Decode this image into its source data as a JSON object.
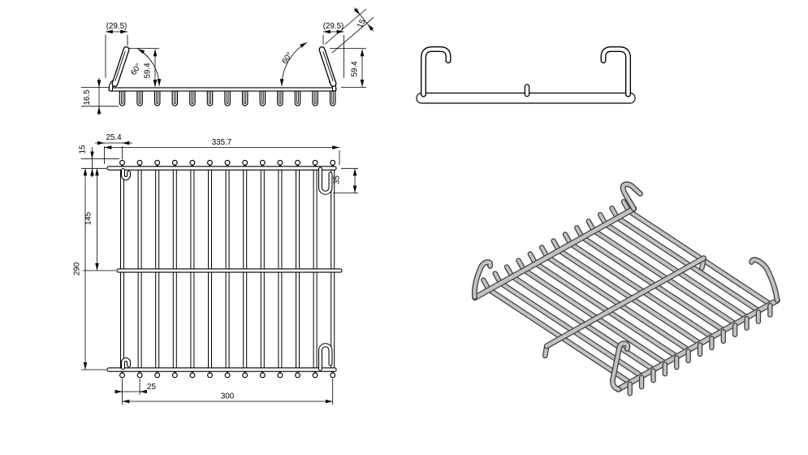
{
  "colors": {
    "background": "#ffffff",
    "line": "#000000",
    "iso_wire_fill": "#c2c2c2",
    "iso_wire_outline": "#3c3c3c"
  },
  "dims": {
    "front": {
      "left_top_width": "(29.5)",
      "left_angle": "60°",
      "left_height": "59.4",
      "prong_height": "16.5",
      "right_top_width": "(29.5)",
      "wire_offset": "15",
      "right_angle": "60°",
      "right_height": "59.4"
    },
    "plan": {
      "left_offset": "25.4",
      "top_width": "335.7",
      "end_stickout": "15",
      "hook_depth": "35",
      "mid_offset": "145",
      "overall_depth": "290",
      "pitch": "25",
      "span": "300"
    }
  }
}
